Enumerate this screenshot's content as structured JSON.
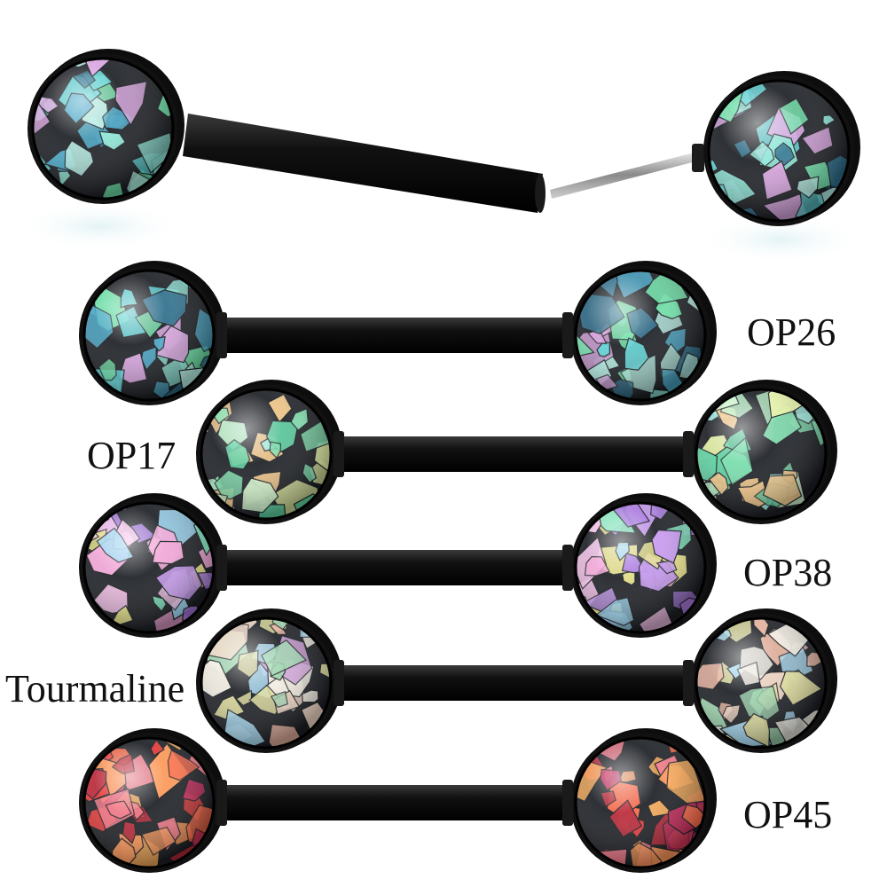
{
  "labels": {
    "op26": "OP26",
    "op17": "OP17",
    "op38": "OP38",
    "tourmaline": "Tourmaline",
    "op45": "OP45"
  },
  "palettes": {
    "op26": [
      "#5fd3d6",
      "#8fe6d8",
      "#4aa9c9",
      "#b7f0e6",
      "#2f6f8c",
      "#d9a6e0",
      "#6ee0a8"
    ],
    "op17": [
      "#b9f2c8",
      "#7fe0b0",
      "#e8f5a8",
      "#5ccf9f",
      "#f4c98a",
      "#9fe8e0",
      "#d4f7d0"
    ],
    "op38": [
      "#c79af0",
      "#f2a7d8",
      "#9cd6f2",
      "#e9e38a",
      "#a97be0",
      "#7fe6c0",
      "#f6c3ea"
    ],
    "tourmaline": [
      "#f2d8c6",
      "#a6d8f0",
      "#e2e0a0",
      "#cfa0d8",
      "#e8b4a0",
      "#9fd6b0",
      "#f3efe4"
    ],
    "op45": [
      "#e63a3a",
      "#ff6b4a",
      "#c52a5a",
      "#ff9a5a",
      "#b82838",
      "#f27a8a",
      "#ffb05a"
    ]
  }
}
